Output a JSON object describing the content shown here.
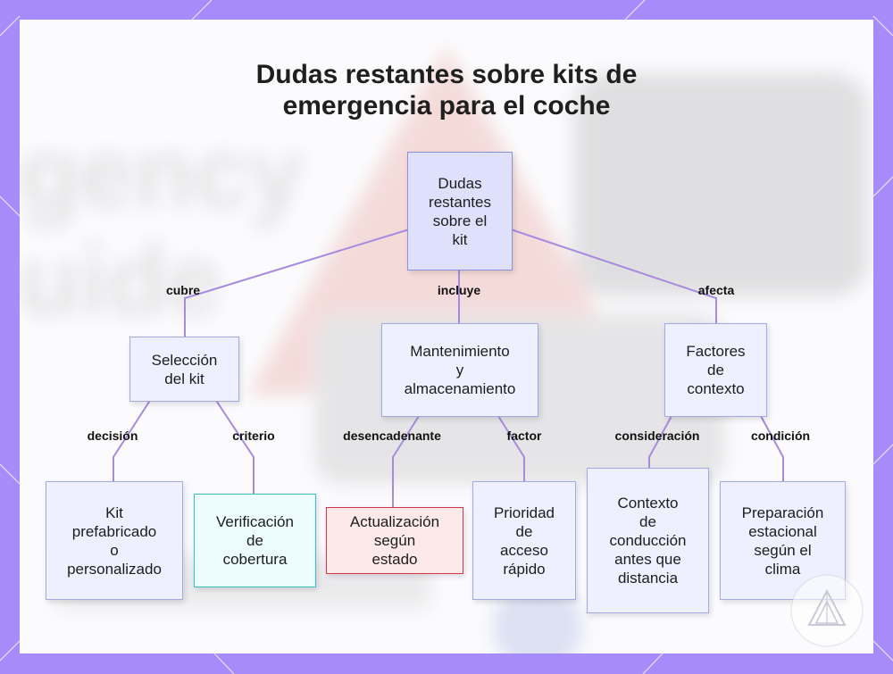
{
  "title": {
    "line1": "Dudas restantes sobre kits de",
    "line2": "emergencia para el coche"
  },
  "nodes": {
    "root": "Dudas\nrestantes\nsobre el\nkit",
    "seleccion": "Selección\ndel kit",
    "mantenimiento": "Mantenimiento\ny\nalmacenamiento",
    "factores": "Factores\nde\ncontexto",
    "kit": "Kit\nprefabricado\no\npersonalizado",
    "verificacion": "Verificación\nde\ncobertura",
    "actualizacion": "Actualización\nsegún\nestado",
    "prioridad": "Prioridad\nde\nacceso\nrápido",
    "contexto": "Contexto\nde\nconducción\nantes que\ndistancia",
    "preparacion": "Preparación\nestacional\nsegún el\nclima"
  },
  "edges": {
    "cubre": "cubre",
    "incluye": "incluye",
    "afecta": "afecta",
    "decision": "decisión",
    "criterio": "criterio",
    "desencadenante": "desencadenante",
    "factor": "factor",
    "consideracion": "consideración",
    "condicion": "condición"
  },
  "background": {
    "text_line1": "gency",
    "text_line2": "uide"
  },
  "colors": {
    "frame": "#a78bfa",
    "line": "#a78bdf",
    "node_fill": "#eef0ff",
    "node_border": "#a3a8e6",
    "teal_border": "#36c1c9",
    "red_border": "#d8354a"
  }
}
